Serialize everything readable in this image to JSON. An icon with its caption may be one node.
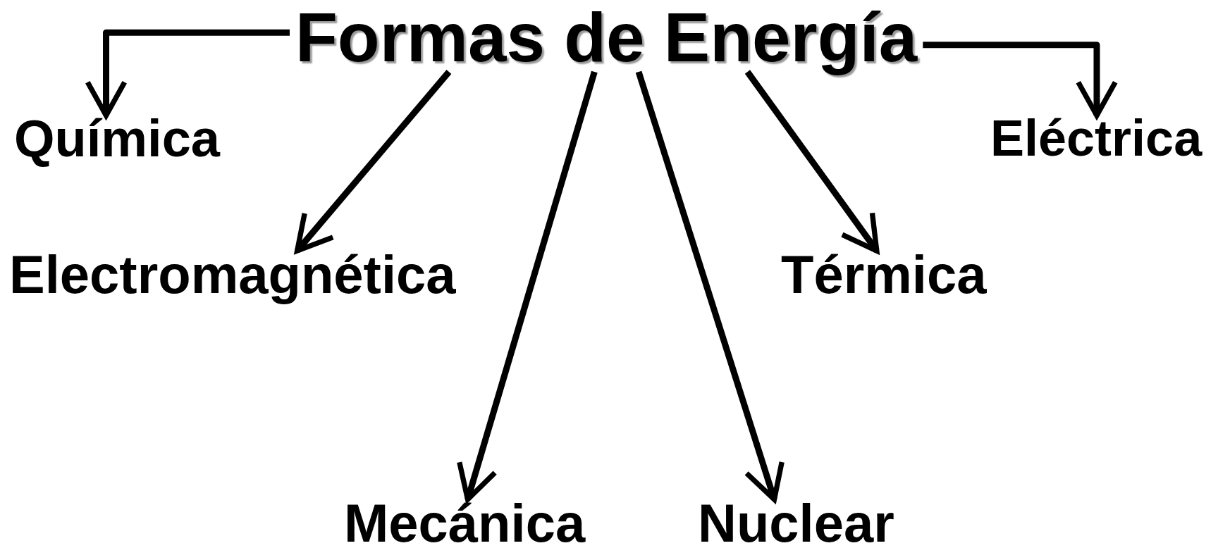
{
  "diagram": {
    "nodes": [
      {
        "text": [
          "Formas de Energía"
        ]
      },
      {
        "text": [
          "Química"
        ]
      },
      {
        "text": [
          "Eléctrica"
        ]
      },
      {
        "text": [
          "Electromagnética"
        ]
      },
      {
        "text": [
          "Térmica"
        ]
      },
      {
        "text": [
          "Mecánica"
        ]
      },
      {
        "text": [
          "Nuclear"
        ]
      }
    ],
    "edges": [
      {
        "from": 0,
        "to": 1,
        "arrow": "to"
      },
      {
        "from": 0,
        "to": 2,
        "arrow": "to"
      },
      {
        "from": 0,
        "to": 3,
        "arrow": "to"
      },
      {
        "from": 0,
        "to": 4,
        "arrow": "to"
      },
      {
        "from": 0,
        "to": 5,
        "arrow": "to"
      },
      {
        "from": 0,
        "to": 6,
        "arrow": "to"
      }
    ]
  }
}
